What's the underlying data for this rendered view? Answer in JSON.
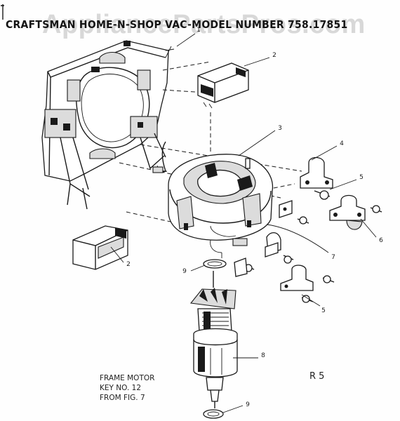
{
  "title": "CRAFTSMAN HOME-N-SHOP VAC-MODEL NUMBER 758.17851",
  "watermark": "AppliancePartsPros.com",
  "caption": {
    "line1": "FRAME MOTOR",
    "line2": "KEY NO. 12",
    "line3": "FROM FIG. 7"
  },
  "page_ref": "R 5",
  "callouts": {
    "c1": "1",
    "c2a": "2",
    "c2b": "2",
    "c3": "3",
    "c4": "4",
    "c5a": "5",
    "c5b": "5",
    "c6": "6",
    "c7": "7",
    "c8": "8",
    "c9a": "9",
    "c9b": "9"
  }
}
